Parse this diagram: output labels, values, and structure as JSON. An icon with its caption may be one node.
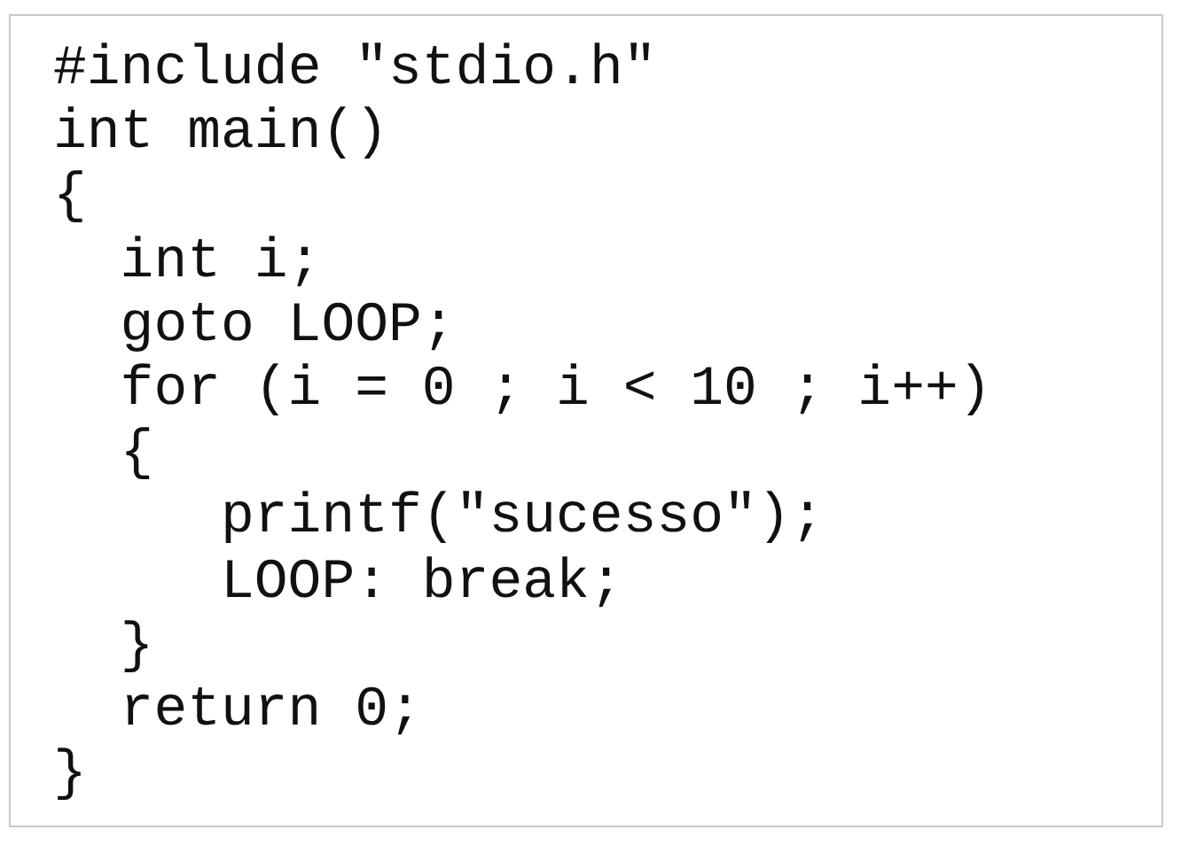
{
  "diagram": {
    "labels": [
      "#include \"stdio.h\"",
      "int main()",
      "{",
      "int i;",
      "goto LOOP;",
      "for (i = 0 ; i < 10 ; i++)",
      "{",
      "printf(\"sucesso\");",
      "LOOP: break;",
      "}",
      "return 0;",
      "}"
    ]
  }
}
